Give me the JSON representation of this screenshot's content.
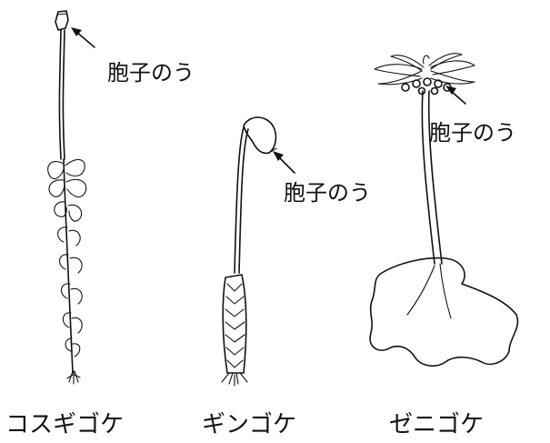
{
  "callouts": {
    "kosugigoke_sporangium": "胞子のう",
    "gingoke_sporangium": "胞子のう",
    "zenigoke_sporangium": "胞子のう"
  },
  "captions": {
    "kosugigoke": "コスギゴケ",
    "gingoke": "ギンゴケ",
    "zenigoke": "ゼニゴケ"
  },
  "colors": {
    "ink": "#111111",
    "background": "#ffffff"
  }
}
